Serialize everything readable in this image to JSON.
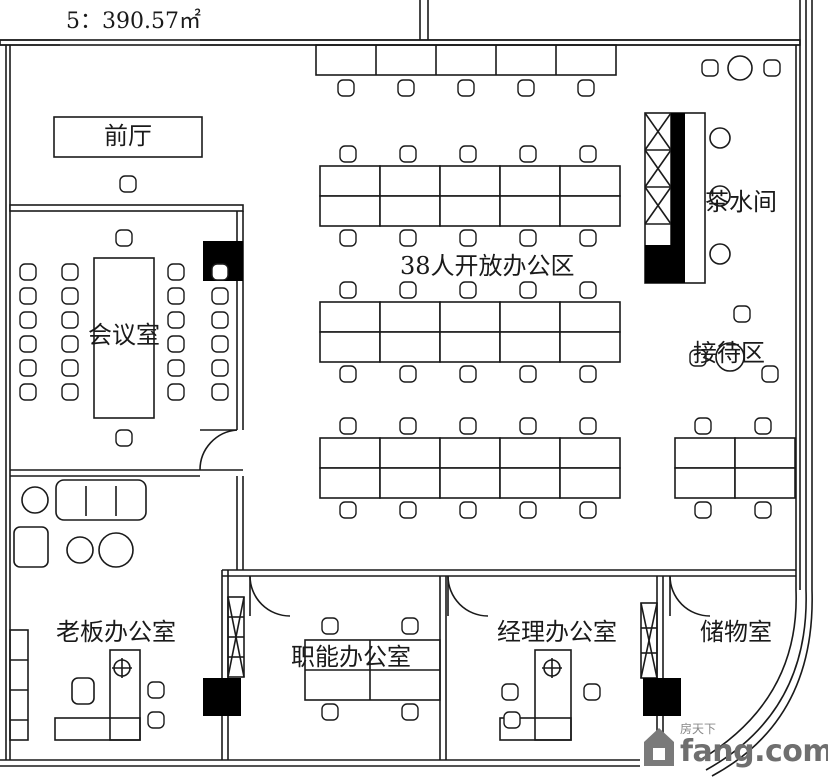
{
  "plan": {
    "area_label": "5：390.57㎡",
    "rooms": {
      "lobby": "前厅",
      "meeting_room": "会议室",
      "tea_room": "茶水间",
      "open_office": "38人开放办公区",
      "reception": "接待区",
      "boss_office": "老板办公室",
      "function_office": "职能办公室",
      "manager_office": "经理办公室",
      "storage": "储物室"
    }
  },
  "watermark": {
    "brand_small": "房天下",
    "brand_big": "fang.com"
  },
  "colors": {
    "line": "#1a1a1a",
    "fill": "#ffffff",
    "pillar": "#000000"
  }
}
